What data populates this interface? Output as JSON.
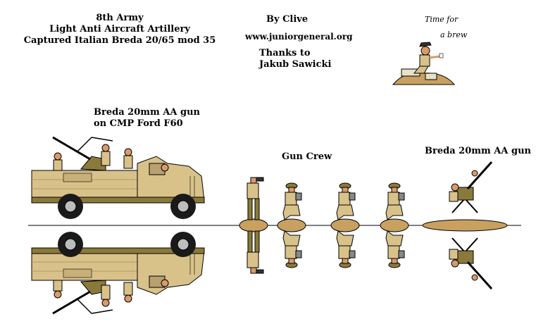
{
  "header": {
    "title_line1": "8th Army",
    "title_line2": "Light Anti Aircraft Artillery",
    "title_line3": "Captured Italian Breda 20/65 mod 35",
    "author": "By Clive",
    "website": "www.juniorgeneral.org",
    "thanks_line1": "Thanks to",
    "thanks_line2": "Jakub Sawicki"
  },
  "vignette": {
    "caption_line1": "Time for",
    "caption_line2": "a brew"
  },
  "labels": {
    "truck_line1": "Breda 20mm AA gun",
    "truck_line2": "on CMP Ford F60",
    "crew": "Gun Crew",
    "gun": "Breda 20mm AA gun"
  },
  "colors": {
    "khaki": "#d9c28a",
    "sand": "#c8a060",
    "olive": "#8a7a3a",
    "skin": "#d99a6a",
    "outline": "#000000",
    "tyre": "#1a1a1a",
    "base": "#c8a060"
  }
}
